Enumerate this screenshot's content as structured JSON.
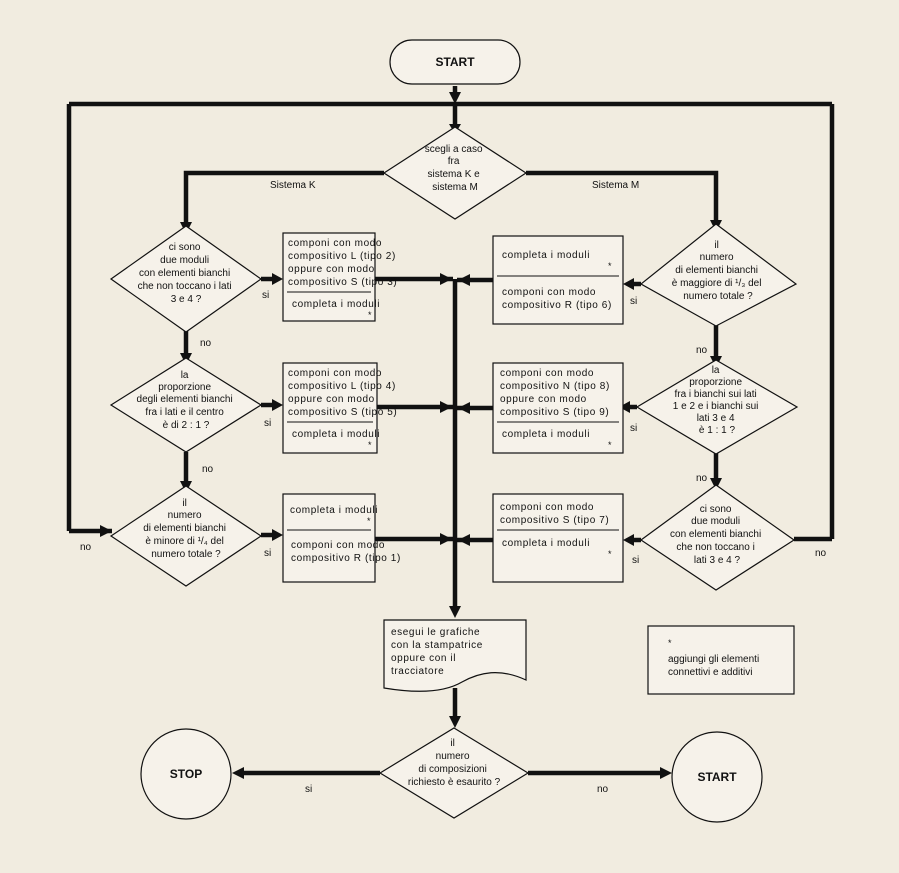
{
  "terminals": {
    "start_top": "START",
    "stop": "STOP",
    "start_bottom": "START"
  },
  "branches": {
    "sistema_k": "Sistema K",
    "sistema_m": "Sistema M"
  },
  "decisions": {
    "random_choice": [
      "scegli a caso",
      "fra",
      "sistema K e",
      "sistema M"
    ],
    "k1": [
      "ci sono",
      "due moduli",
      "con elementi bianchi",
      "che non toccano i lati",
      "3 e 4 ?"
    ],
    "k2": [
      "la",
      "proporzione",
      "degli elementi bianchi",
      "fra i lati e il centro",
      "è di 2 : 1 ?"
    ],
    "k3": [
      "il",
      "numero",
      "di elementi bianchi",
      "è minore di ¹/₄ del",
      "numero totale ?"
    ],
    "m1": [
      "il",
      "numero",
      "di elementi bianchi",
      "è maggiore di ¹/₃ del",
      "numero totale ?"
    ],
    "m2": [
      "la",
      "proporzione",
      "fra i bianchi sui lati",
      "1 e 2 e i bianchi sui",
      "lati 3 e 4",
      "è 1 : 1 ?"
    ],
    "m3": [
      "ci sono",
      "due moduli",
      "con elementi bianchi",
      "che non toccano i",
      "lati 3 e 4 ?"
    ],
    "final": [
      "il",
      "numero",
      "di composizioni",
      "richiesto è esaurito ?"
    ]
  },
  "processes": {
    "k1": {
      "top": [
        "componi con modo",
        "compositivo L (tipo 2)",
        "oppure con modo",
        "compositivo S (tipo 3)"
      ],
      "bottom": [
        "completa i moduli"
      ]
    },
    "k2": {
      "top": [
        "componi con modo",
        "compositivo L (tipo 4)",
        "oppure con modo",
        "compositivo S (tipo 5)"
      ],
      "bottom": [
        "completa i moduli"
      ]
    },
    "k3": {
      "top": [
        "completa i moduli"
      ],
      "bottom": [
        "componi con modo",
        "compositivo R (tipo 1)"
      ]
    },
    "m1": {
      "top": [
        "completa i moduli"
      ],
      "bottom": [
        "componi con modo",
        "compositivo R (tipo 6)"
      ]
    },
    "m2": {
      "top": [
        "componi con modo",
        "compositivo N (tipo 8)",
        "oppure con modo",
        "compositivo S (tipo 9)"
      ],
      "bottom": [
        "completa i moduli"
      ]
    },
    "m3": {
      "top": [
        "componi con modo",
        "compositivo S (tipo 7)"
      ],
      "bottom": [
        "completa i moduli"
      ]
    }
  },
  "output_doc": [
    "esegui le grafiche",
    "con la stampatrice",
    "oppure con il",
    "tracciatore"
  ],
  "note": {
    "star": "*",
    "lines": [
      "aggiungi gli elementi",
      "connettivi e additivi"
    ]
  },
  "labels": {
    "si": "si",
    "no": "no",
    "star": "*"
  }
}
